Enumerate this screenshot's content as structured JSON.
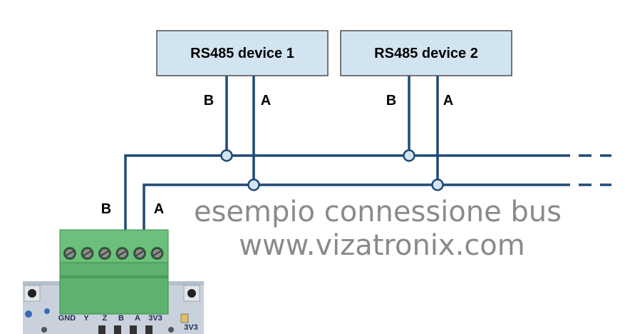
{
  "devices": [
    {
      "label": "RS485 device 1",
      "wire_b": "B",
      "wire_a": "A"
    },
    {
      "label": "RS485 device 2",
      "wire_b": "B",
      "wire_a": "A"
    }
  ],
  "board": {
    "wire_b": "B",
    "wire_a": "A",
    "pins": [
      "GND",
      "Y",
      "Z",
      "B",
      "A",
      "3V3"
    ],
    "bottom_label": "3V3"
  },
  "watermark": {
    "line1": "esempio connessione bus",
    "line2": "www.vizatronix.com"
  },
  "colors": {
    "bus_wire": "#1f4a74",
    "device_fill": "#d3e4f1",
    "device_border": "#4c4c4c",
    "terminal_green": "#5db26e",
    "watermark": "#8a8a8a"
  }
}
